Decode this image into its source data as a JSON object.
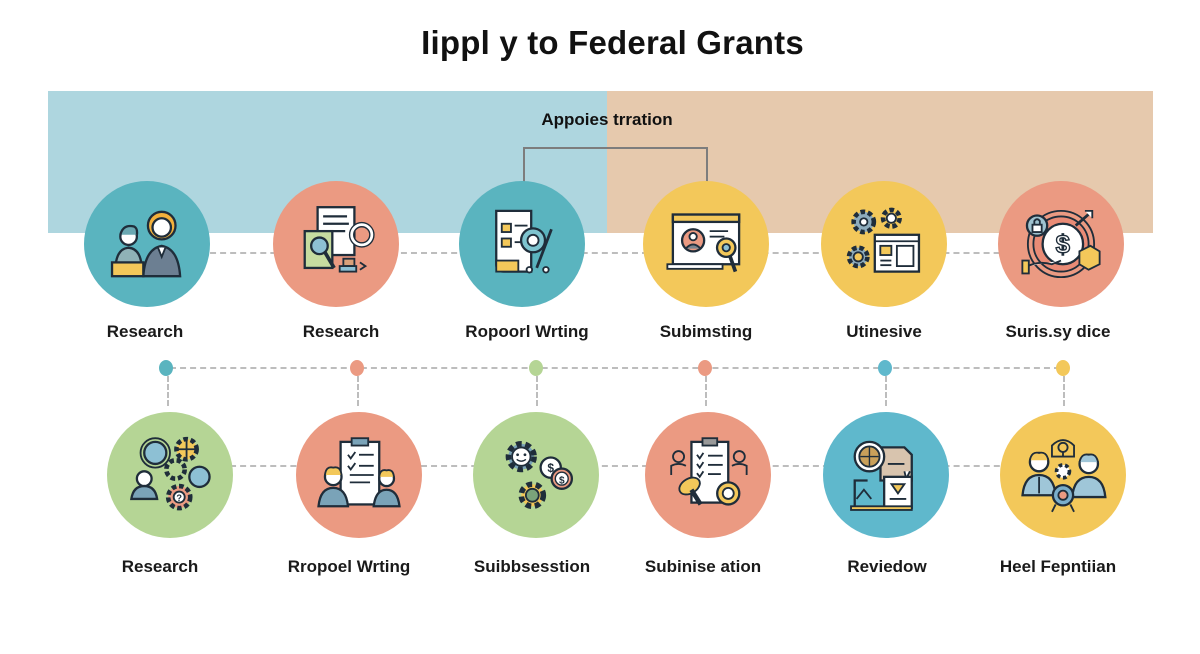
{
  "title": "Iippl y to Federal Grants",
  "header_band": {
    "label": "Appoies trration",
    "left_color": "#aed6df",
    "right_color": "#e6c9ad"
  },
  "colors": {
    "teal": "#5ab4bf",
    "salmon": "#eb9a82",
    "yellow": "#f3c85a",
    "green": "#b5d595",
    "blue": "#5fb8cc",
    "connector": "#bdbdbd"
  },
  "top_row": [
    {
      "label": "Research",
      "icon": "people-team-icon",
      "color": "#5ab4bf"
    },
    {
      "label": "Research",
      "icon": "document-magnifier-gear-icon",
      "color": "#eb9a82"
    },
    {
      "label": "Ropoorl Wrting",
      "icon": "checklist-pen-icon",
      "color": "#5ab4bf"
    },
    {
      "label": "Subimsting",
      "icon": "browser-profile-search-icon",
      "color": "#f3c85a"
    },
    {
      "label": "Utinesive",
      "icon": "gears-window-icon",
      "color": "#f3c85a"
    },
    {
      "label": "Suris.sy dice",
      "icon": "dollar-hand-lock-icon",
      "color": "#eb9a82"
    }
  ],
  "timeline_dots": [
    {
      "color": "#5ab4bf"
    },
    {
      "color": "#eb9a82"
    },
    {
      "color": "#b5d595"
    },
    {
      "color": "#eb9a82"
    },
    {
      "color": "#5fb8cc"
    },
    {
      "color": "#f3c85a"
    }
  ],
  "bottom_row": [
    {
      "label": "Research",
      "icon": "person-gears-question-icon",
      "color": "#b5d595"
    },
    {
      "label": "Rropoel Wrting",
      "icon": "clipboard-people-icon",
      "color": "#eb9a82"
    },
    {
      "label": "Suibbsesstion",
      "icon": "gears-coins-icon",
      "color": "#b5d595"
    },
    {
      "label": "Subinise ation",
      "icon": "clipboard-stamp-icon",
      "color": "#eb9a82"
    },
    {
      "label": "Reviedow",
      "icon": "globe-document-icon",
      "color": "#5fb8cc"
    },
    {
      "label": "Heel Fepntiian",
      "icon": "team-idea-gear-icon",
      "color": "#f3c85a"
    }
  ]
}
